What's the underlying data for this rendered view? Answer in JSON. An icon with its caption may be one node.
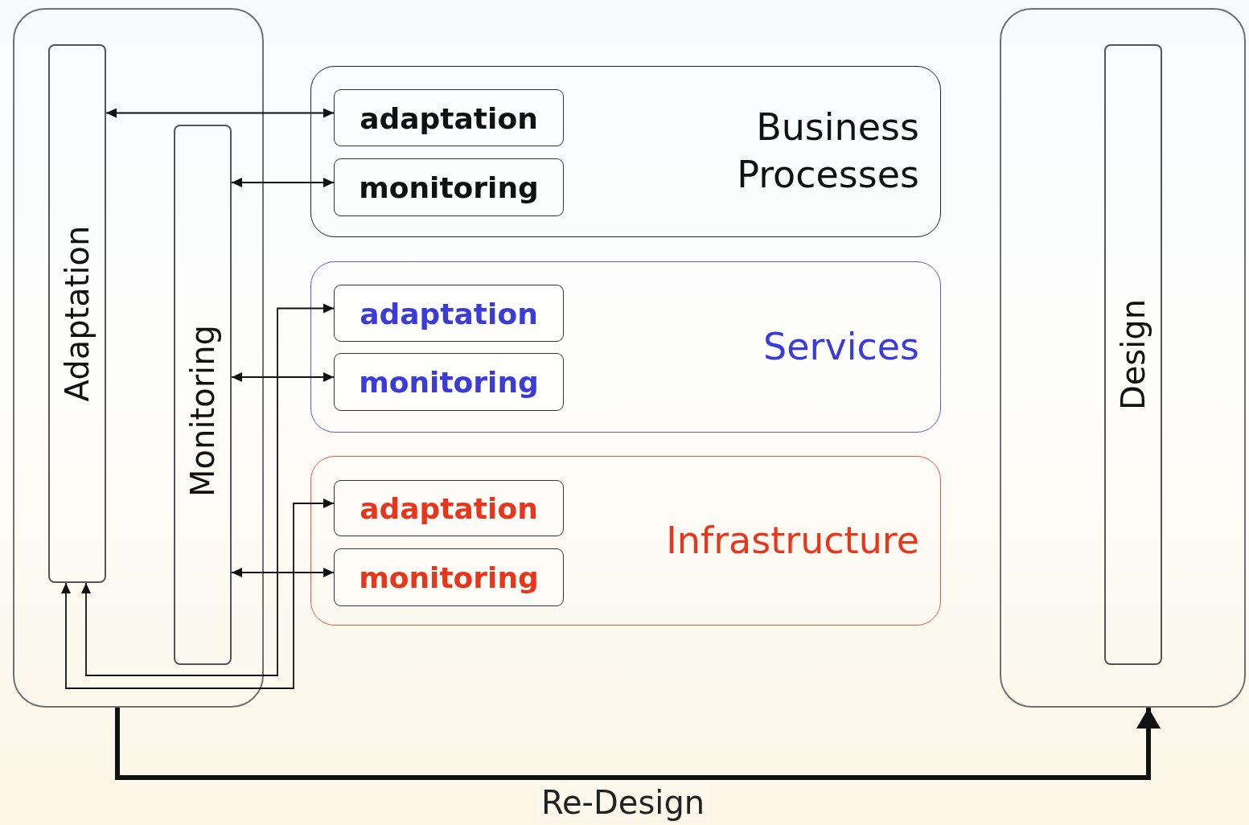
{
  "diagram": {
    "nodes": [
      {
        "text": [],
        "shape": "box"
      },
      {
        "text": [
          "Adaptation"
        ],
        "in": 0
      },
      {
        "text": [
          "Monitoring"
        ],
        "in": 0
      },
      {
        "text": [
          "Business Processes"
        ]
      },
      {
        "text": [
          "adaptation"
        ],
        "in": 3
      },
      {
        "text": [
          "monitoring"
        ],
        "in": 3
      },
      {
        "text": [
          "Services"
        ]
      },
      {
        "text": [
          "adaptation"
        ],
        "in": 6
      },
      {
        "text": [
          "monitoring"
        ],
        "in": 6
      },
      {
        "text": [
          "Infrastructure"
        ]
      },
      {
        "text": [
          "adaptation"
        ],
        "in": 9
      },
      {
        "text": [
          "monitoring"
        ],
        "in": 9
      },
      {
        "text": [],
        "shape": "box"
      },
      {
        "text": [
          "Design"
        ],
        "in": 12
      }
    ],
    "edges": [
      {
        "from": 1,
        "to": 4,
        "arrow": "both"
      },
      {
        "from": 2,
        "to": 5,
        "arrow": "both"
      },
      {
        "from": 1,
        "to": 7,
        "arrow": "both"
      },
      {
        "from": 2,
        "to": 8,
        "arrow": "both"
      },
      {
        "from": 1,
        "to": 10,
        "arrow": "both"
      },
      {
        "from": 2,
        "to": 11,
        "arrow": "both"
      },
      {
        "from": 0,
        "to": 12,
        "arrow": "to",
        "label": "Re-Design",
        "style": "thick"
      }
    ]
  }
}
